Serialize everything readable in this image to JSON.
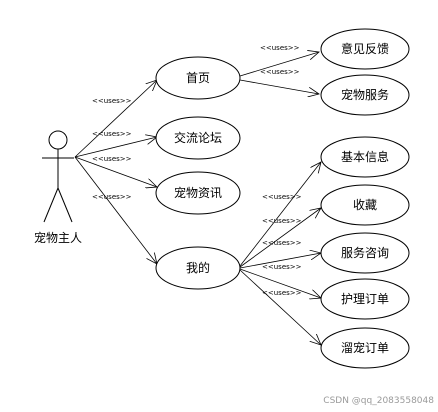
{
  "actor": {
    "name": "宠物主人"
  },
  "stereotype": "<<uses>>",
  "nodes": {
    "home": "首页",
    "forum": "交流论坛",
    "news": "宠物资讯",
    "mine": "我的",
    "feedback": "意见反馈",
    "service": "宠物服务",
    "info": "基本信息",
    "favorite": "收藏",
    "consult": "服务咨询",
    "care_order": "护理订单",
    "walk_order": "溜宠订单"
  },
  "watermark": "CSDN @qq_2083558048"
}
